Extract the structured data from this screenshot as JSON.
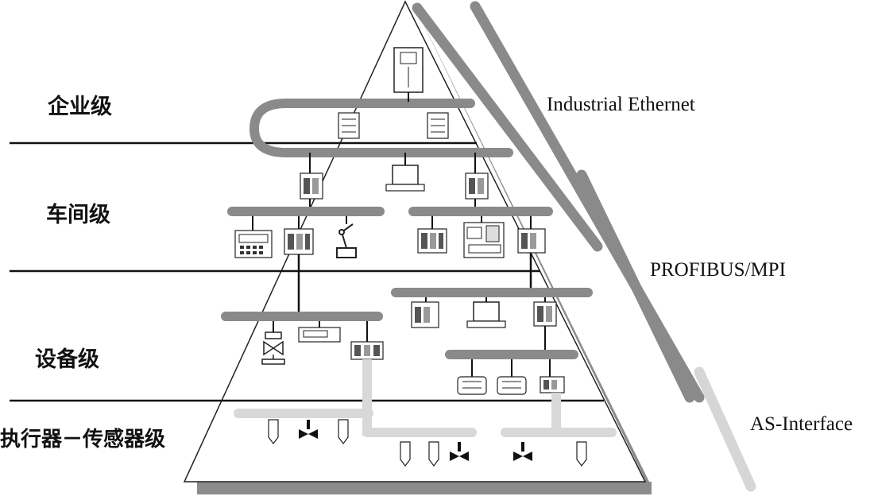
{
  "levels": {
    "enterprise": "企业级",
    "workshop": "车间级",
    "device": "设备级",
    "actuator_sensor": "执行器－传感器级"
  },
  "networks": {
    "ethernet": "Industrial Ethernet",
    "profibus": "PROFIBUS/MPI",
    "asi": "AS-Interface"
  },
  "colors": {
    "ethernet_bus": "#8a8a8a",
    "profibus_bus": "#9a9a9a",
    "asi_bus": "#d8d8d8",
    "base": "#8c8c8c",
    "line": "#111111"
  }
}
